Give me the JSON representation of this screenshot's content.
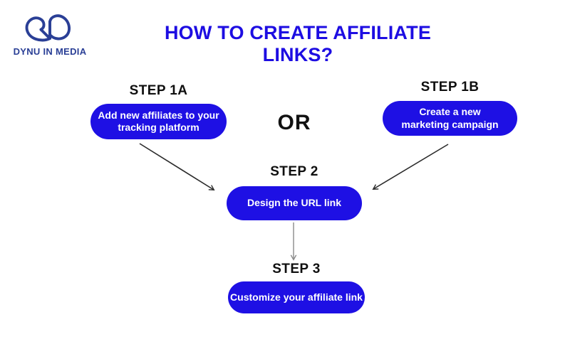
{
  "logo": {
    "text": "DYNU IN MEDIA"
  },
  "title": {
    "text": "HOW TO CREATE AFFILIATE LINKS?"
  },
  "or_label": "OR",
  "steps": {
    "step1a": {
      "label": "STEP 1A",
      "button": "Add new affiliates to your tracking platform"
    },
    "step1b": {
      "label": "STEP 1B",
      "button": "Create a new marketing campaign"
    },
    "step2": {
      "label": "STEP 2",
      "button": "Design the URL link"
    },
    "step3": {
      "label": "STEP 3",
      "button": "Customize your affiliate link"
    }
  },
  "colors": {
    "title_color": "#1d0de2",
    "pill_bg": "#1e10e4",
    "pill_text": "#ffffff",
    "label_color": "#0f0f0f",
    "arrow_dark": "#2b2b2b",
    "arrow_gray": "#8a8a8a",
    "logo_color": "#2a3f96"
  }
}
